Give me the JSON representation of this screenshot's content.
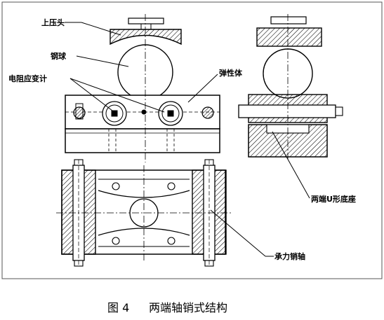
{
  "labels": {
    "upper_press_head": "上压头",
    "steel_ball": "钢球",
    "strain_gauge": "电阻应变计",
    "elastic_body": "弹性体",
    "u_base": "两端U形底座",
    "load_pin": "承力销轴"
  },
  "caption": {
    "number": "图 4",
    "title": "两端轴销式结构"
  }
}
